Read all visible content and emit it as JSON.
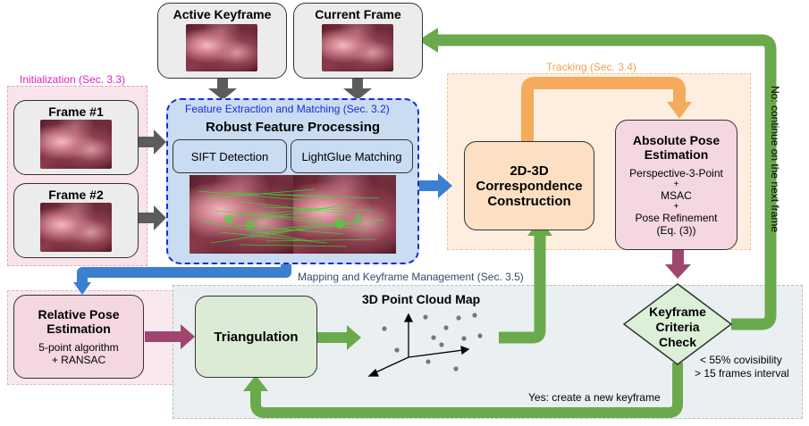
{
  "regions": {
    "initialization": "Initialization (Sec. 3.3)",
    "tracking": "Tracking (Sec. 3.4)",
    "feature": "Feature Extraction and Matching (Sec. 3.2)",
    "mapping": "Mapping and Keyframe Management (Sec. 3.5)"
  },
  "top": {
    "active_keyframe": "Active Keyframe",
    "current_frame": "Current Frame"
  },
  "init": {
    "frame1": "Frame #1",
    "frame2": "Frame #2"
  },
  "feature": {
    "title": "Robust Feature Processing",
    "sift": "SIFT Detection",
    "lightglue": "LightGlue Matching"
  },
  "correspondence": {
    "line1": "2D-3D",
    "line2": "Correspondence",
    "line3": "Construction"
  },
  "absolute_pose": {
    "title1": "Absolute Pose",
    "title2": "Estimation",
    "l1": "Perspective-3-Point",
    "p1": "+",
    "l2": "MSAC",
    "p2": "+",
    "l3": "Pose Refinement",
    "l4": "(Eq. (3))"
  },
  "relative_pose": {
    "title1": "Relative Pose",
    "title2": "Estimation",
    "l1": "5-point algorithm",
    "l2": "+ RANSAC"
  },
  "triangulation": {
    "label": "Triangulation"
  },
  "point_cloud": {
    "label": "3D Point Cloud Map"
  },
  "keyframe_check": {
    "l1": "Keyframe",
    "l2": "Criteria",
    "l3": "Check"
  },
  "criteria": {
    "c1": "< 55% covisibility",
    "c2": "> 15 frames interval"
  },
  "edges": {
    "no": "No: continue on the next frame",
    "yes": "Yes: create a new keyframe"
  },
  "colors": {
    "init_region": "#f8e4ea",
    "tracking_region": "#fdeee0",
    "mapping_region": "#e9eff1",
    "feature_fill": "#c9dcf2",
    "feature_border": "#1a2bd6",
    "green_arrow": "#6aaa4c",
    "orange_arrow": "#f4ab5c",
    "blue_arrow": "#3a7fd0",
    "purple_arrow": "#a0466e",
    "gray_arrow": "#5c5c5c",
    "pink_box": "#f4d7e1",
    "green_box": "#dcebd5",
    "orange_box": "#fde0c4",
    "diamond_fill": "#dcf0d8",
    "init_label": "#e21fbf",
    "tracking_label": "#f4a04c",
    "mapping_label": "#2b4d6a",
    "feature_label": "#1a2bd6"
  }
}
